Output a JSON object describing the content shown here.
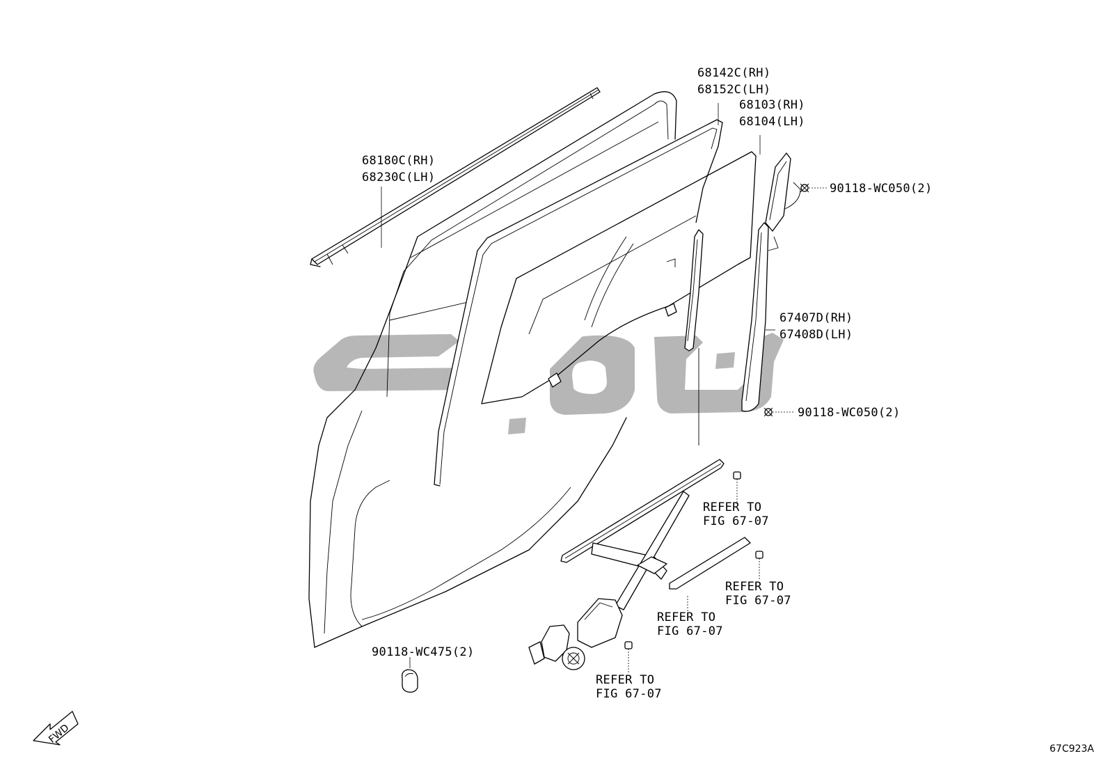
{
  "labels": {
    "molding_rh": "68180C(RH)",
    "molding_lh": "68230C(LH)",
    "run_rh": "68142C(RH)",
    "run_lh": "68152C(LH)",
    "glass_rh": "68103(RH)",
    "glass_lh": "68104(LH)",
    "channel_rh": "67407D(RH)",
    "channel_lh": "67408D(LH)",
    "bolt_top": "90118-WC050(2)",
    "bolt_mid": "90118-WC050(2)",
    "plug": "90118-WC475(2)",
    "refer1_l1": "REFER TO",
    "refer1_l2": "FIG 67-07",
    "refer2_l1": "REFER TO",
    "refer2_l2": "FIG 67-07",
    "refer3_l1": "REFER TO",
    "refer3_l2": "FIG 67-07",
    "refer4_l1": "REFER TO",
    "refer4_l2": "FIG 67-07",
    "fwd": "FWD",
    "figure_id": "67C923A"
  }
}
